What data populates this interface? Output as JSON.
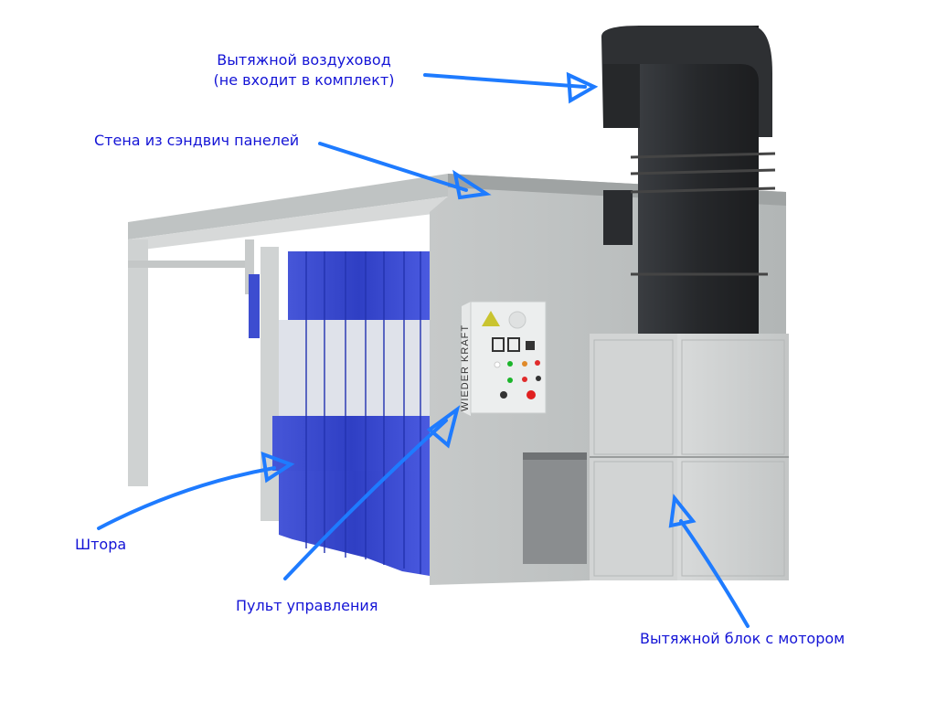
{
  "labels": {
    "duct": {
      "line1": "Вытяжной воздуховод",
      "line2": "(не входит в комплект)"
    },
    "wall": "Стена из сэндвич панелей",
    "curtain": "Штора",
    "control_panel": "Пульт управления",
    "exhaust_unit": "Вытяжной блок с мотором"
  },
  "panel_brand": "WIEDER KRAFT",
  "colors": {
    "label_text": "#1414d6",
    "arrow": "#1e7bff",
    "curtain": "#3c4fd4",
    "duct": "#2b2d30",
    "wall": "#c9cccc"
  }
}
